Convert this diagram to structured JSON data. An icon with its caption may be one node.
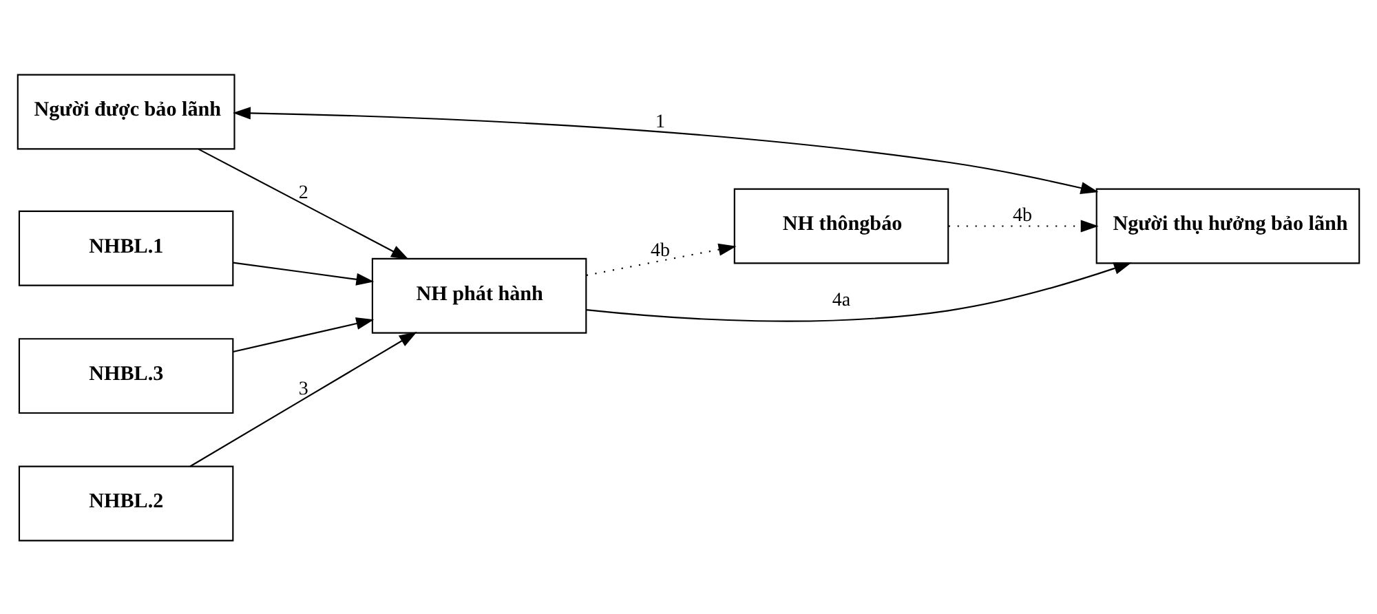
{
  "diagram": {
    "nodes": [
      {
        "text": [
          "NHBL.1"
        ]
      },
      {
        "text": [
          "NHBL.2"
        ]
      },
      {
        "text": [
          "NHBL.3"
        ]
      },
      {
        "text": [
          "NH phát hành"
        ]
      },
      {
        "text": [
          "NH thôngbáo"
        ]
      },
      {
        "text": [
          "Người được bảo lãnh"
        ]
      },
      {
        "text": [
          "Người thụ hưởng bảo lãnh"
        ]
      }
    ],
    "edges": [
      {
        "from": 0,
        "to": 3,
        "arrow": "to"
      },
      {
        "from": 1,
        "to": 3,
        "arrow": "to",
        "label": "3"
      },
      {
        "from": 2,
        "to": 3,
        "arrow": "to"
      },
      {
        "from": 5,
        "to": 3,
        "arrow": "to",
        "label": "2"
      },
      {
        "from": 3,
        "to": 4,
        "arrow": "to",
        "label": "4b",
        "style": "dashed"
      },
      {
        "from": 3,
        "to": 6,
        "arrow": "to",
        "label": "4a"
      },
      {
        "from": 4,
        "to": 6,
        "arrow": "to",
        "label": "4b",
        "style": "dashed"
      },
      {
        "from": 5,
        "to": 6,
        "arrow": "both",
        "label": "1"
      }
    ]
  }
}
